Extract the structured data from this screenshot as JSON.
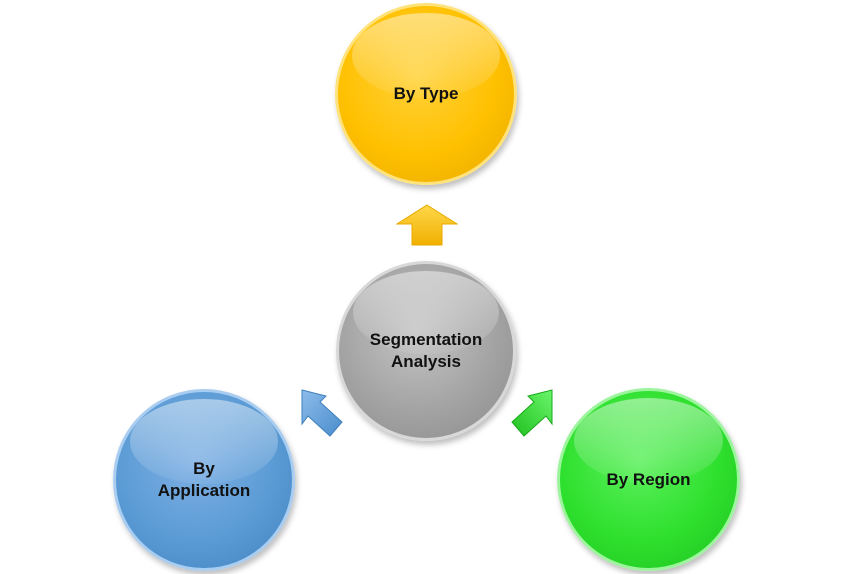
{
  "diagram": {
    "center": {
      "label": "Segmentation\nAnalysis"
    },
    "top": {
      "label": "By Type"
    },
    "left": {
      "label": "By\nApplication"
    },
    "right": {
      "label": "By Region"
    }
  },
  "colors": {
    "center": "#a3a3a3",
    "top": "#ffc000",
    "left": "#5b9bd5",
    "right": "#2ee02e"
  },
  "connectors": [
    {
      "from": "center",
      "to": "top",
      "color": "#ffc000"
    },
    {
      "from": "center",
      "to": "left",
      "color": "#5b9bd5"
    },
    {
      "from": "center",
      "to": "right",
      "color": "#2ee02e"
    }
  ]
}
